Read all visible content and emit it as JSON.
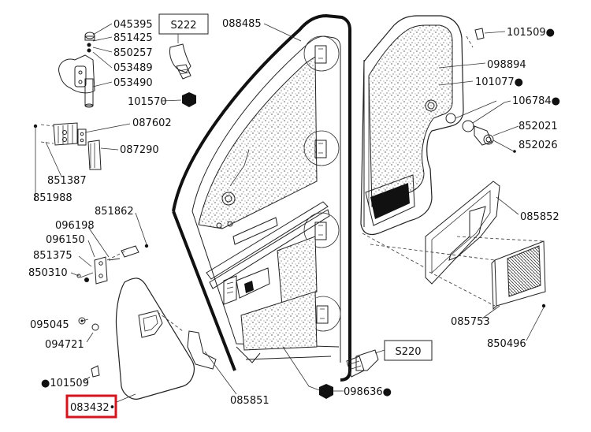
{
  "parts": {
    "p045395": "045395",
    "p851425": "851425",
    "p850257": "850257",
    "p053489": "053489",
    "p053490": "053490",
    "p087602": "087602",
    "p087290": "087290",
    "p851387": "851387",
    "p851988": "851988",
    "p088485": "088485",
    "p101570": "101570",
    "p101509a": "101509●",
    "p098894": "098894",
    "p101077": "101077●",
    "p106784": "106784●",
    "p852021": "852021",
    "p852026": "852026",
    "p085852": "085852",
    "p851862": "851862",
    "p096198": "096198",
    "p096150": "096150",
    "p851375": "851375",
    "p850310": "850310",
    "p095045": "095045",
    "p094721": "094721",
    "p101509b": "●101509",
    "p083432": "083432•",
    "p085851": "085851",
    "p098636": "098636●",
    "p085753": "085753",
    "p850496": "850496"
  },
  "boxes": {
    "s222": "S222",
    "s220": "S220"
  },
  "highlight": {
    "color": "#d0161f",
    "target": "083432"
  }
}
